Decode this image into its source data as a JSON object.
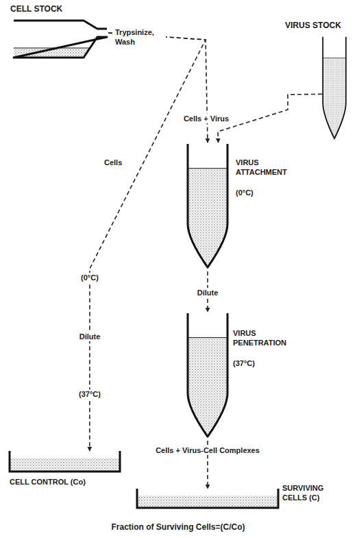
{
  "diagram": {
    "caption": "Fraction of Surviving Cells=(C/Co)",
    "nodes": [
      {
        "text": [
          "CELL STOCK"
        ]
      },
      {
        "text": [
          "VIRUS STOCK"
        ]
      },
      {
        "text": [
          "VIRUS ATTACHMENT",
          "(0°C)"
        ]
      },
      {
        "text": [
          "VIRUS PENETRATION",
          "(37°C)"
        ]
      },
      {
        "text": [
          "CELL CONTROL (Co)"
        ]
      },
      {
        "text": [
          "SURVIVING CELLS (C)"
        ]
      }
    ],
    "edges": [
      {
        "from": 0,
        "to": 2,
        "arrow": "to"
      },
      {
        "from": 1,
        "to": 2,
        "arrow": "to"
      },
      {
        "from": 0,
        "to": 4,
        "label": "Cells",
        "arrow": "to"
      },
      {
        "from": 2,
        "to": 3,
        "label": "Dilute",
        "arrow": "to"
      },
      {
        "from": 3,
        "to": 5,
        "label": "Cells + Virus-Cell Complexes",
        "arrow": "to"
      }
    ],
    "labels": [
      "Trypsinize, Wash",
      "Cells + Virus",
      "(0°C)",
      "Dilute",
      "(37°C)"
    ]
  }
}
